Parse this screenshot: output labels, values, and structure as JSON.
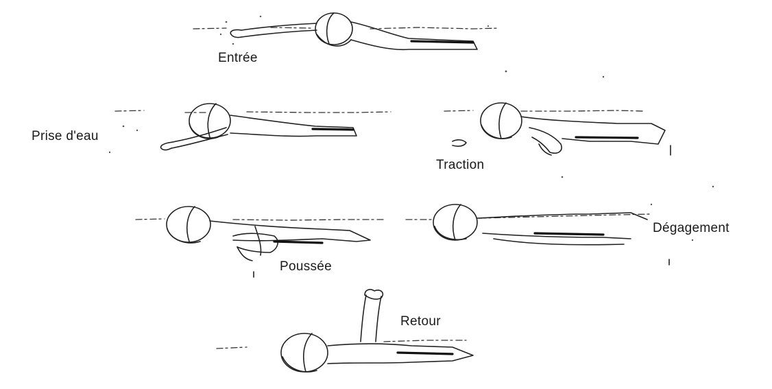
{
  "phases": [
    {
      "id": "entree",
      "label": "Entrée"
    },
    {
      "id": "prise",
      "label": "Prise d'eau"
    },
    {
      "id": "traction",
      "label": "Traction"
    },
    {
      "id": "poussee",
      "label": "Poussée"
    },
    {
      "id": "degagement",
      "label": "Dégagement"
    },
    {
      "id": "retour",
      "label": "Retour"
    }
  ]
}
